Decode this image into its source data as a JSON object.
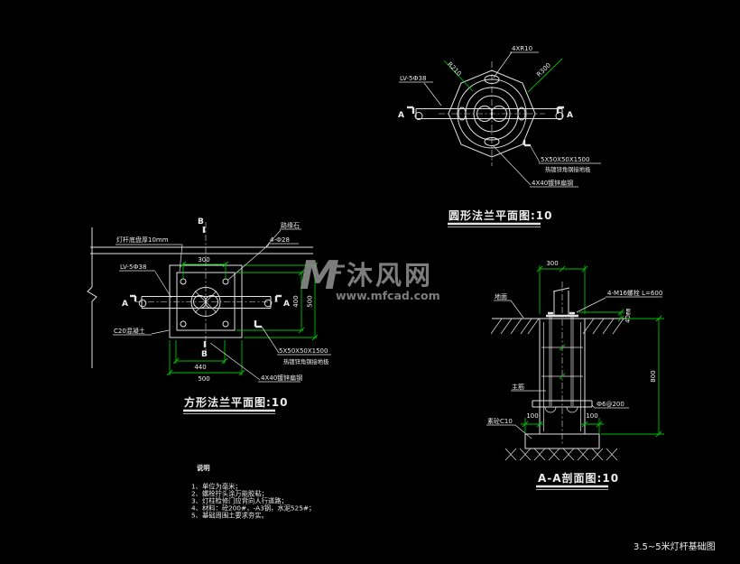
{
  "colors": {
    "background": "#000000",
    "line": "#E2E2E2",
    "dimension_green": "#00BE00",
    "text": "#EDEDED",
    "watermark": "#8F8F8F"
  },
  "watermark": {
    "monogram": "M",
    "brand": "沐风网",
    "url": "www.mfcad.com"
  },
  "sheet_title": "3.5~5米灯杆基础图",
  "circular_view": {
    "title": "圆形法兰平面图:10",
    "label_cable": "LV-5Ф38",
    "label_fillet": "4XR10",
    "label_r_inner": "R210",
    "label_r_outer": "R300",
    "label_angle_steel": "5X50X50X1500",
    "label_angle_steel_note": "热镀锌角钢接地极",
    "label_flat_steel": "4X40镀锌扁钢",
    "marker_a": "A"
  },
  "square_view": {
    "title": "方形法兰平面图:10",
    "label_base_plate": "灯杆底盘厚10mm",
    "label_curb": "路缘石",
    "label_anchor_holes": "4-Ф28",
    "label_cable": "LV-5Ф38",
    "label_concrete": "C20混凝土",
    "label_angle_steel": "5X50X50X1500",
    "label_angle_steel_note": "热镀锌角钢接地极",
    "label_flat_steel": "4X40镀锌扁钢",
    "marker_a": "A",
    "marker_b": "B",
    "dim_top": "300",
    "dim_right_inner": "400",
    "dim_right_outer": "500",
    "dim_bottom_inner": "440",
    "dim_bottom_outer": "500"
  },
  "section_view": {
    "title": "A-A剖面图:10",
    "label_bolts": "4-M16螺栓 L=600",
    "label_ground": "地面",
    "label_main_rebar": "主筋",
    "label_stirrup": "Ф6@200",
    "label_plain_concrete": "素砼C10",
    "dim_top": "300",
    "dim_protrude": "40㎜",
    "dim_depth": "800",
    "dim_left": "100",
    "dim_right": "100"
  },
  "notes": {
    "heading": "说明",
    "items": [
      "1、单位为毫米；",
      "2、螺栓拧头涂万能胶粘；",
      "3、灯柱检修门应背向人行道路；",
      "4、材料：砼200#，-A3钢，水泥525#；",
      "5、基础周围土要求夯实。"
    ]
  }
}
